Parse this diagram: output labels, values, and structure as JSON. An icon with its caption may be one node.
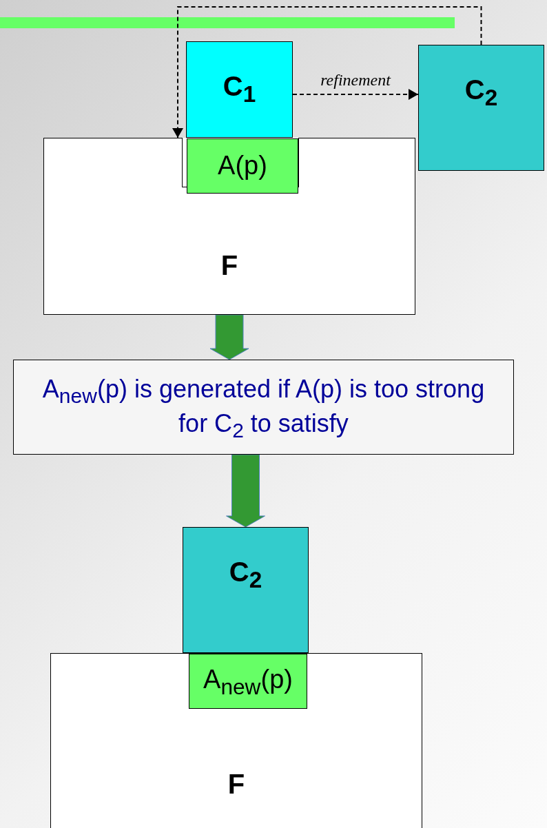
{
  "diagram": {
    "nodes": [
      {
        "text": [
          "C$_{1}$"
        ]
      },
      {
        "text": [
          "C$_{2}$"
        ]
      },
      {
        "text": [
          "F"
        ]
      },
      {
        "text": [
          "A(p)"
        ],
        "in": 2
      },
      {
        "text": [
          "A$_{new}$(p) is generated if A(p) is too strong for C$_{2}$ to satisfy"
        ]
      },
      {
        "text": [
          "C$_{2}$"
        ]
      },
      {
        "text": [
          "F"
        ]
      },
      {
        "text": [
          "A$_{new}$(p)"
        ],
        "in": 6
      }
    ],
    "edges": [
      {
        "from": 0,
        "to": 1,
        "arrow": "to",
        "label": "refinement",
        "style": "dashed"
      },
      {
        "from": 1,
        "to": 2,
        "arrow": "to",
        "style": "dashed"
      },
      {
        "from": 2,
        "to": 4,
        "arrow": "to",
        "style": "thick",
        "color": "#339933"
      },
      {
        "from": 4,
        "to": 5,
        "arrow": "to",
        "style": "thick",
        "color": "#339933"
      }
    ]
  }
}
